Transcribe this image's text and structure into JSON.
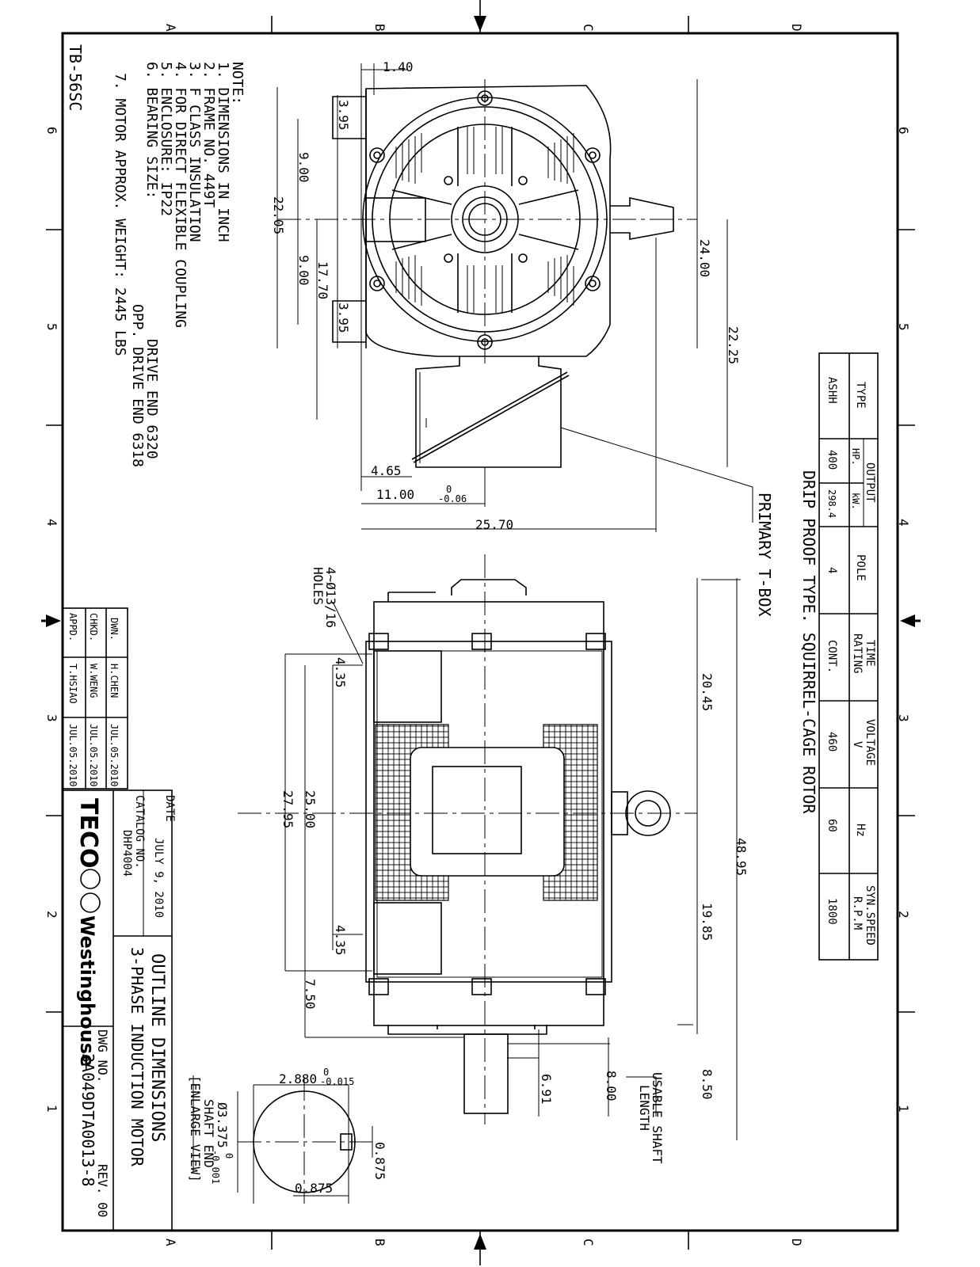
{
  "border": {
    "columns_top": [
      "A",
      "B",
      "C",
      "D"
    ],
    "columns_bottom": [
      "A",
      "B",
      "C",
      "D"
    ],
    "rows_left": [
      "6",
      "5",
      "4",
      "3",
      "2",
      "1"
    ],
    "rows_right": [
      "6",
      "5",
      "4",
      "3",
      "2",
      "1"
    ]
  },
  "doc_id": "TB-56SC",
  "notes": {
    "heading": "NOTE:",
    "items": [
      "1.  DIMENSIONS IN INCH",
      "2.  FRAME NO. 449T",
      "3.  F CLASS INSULATION",
      "4.  FOR DIRECT FLEXIBLE COUPLING",
      "5.  ENCLOSURE: IP22",
      "6.  BEARING SIZE:",
      "DRIVE END  6320",
      "OPP. DRIVE END  6318",
      "7.  MOTOR APPROX. WEIGHT: 2445 LBS"
    ]
  },
  "front_view_dims": {
    "d1": "1.40",
    "d2": "3.95",
    "d3": "9.00",
    "d4": "22.05",
    "d5": "9.00",
    "d6": "17.70",
    "d7": "3.95",
    "d8": "24.00",
    "d9": "22.25",
    "d10": "4.65",
    "d11": "11.00",
    "d12": "0",
    "d13": "-0.06",
    "d14": "25.70"
  },
  "primary_tbox": "PRIMARY T-BOX",
  "side_view_dims": {
    "holes_a": "4~Ø13/16",
    "holes_b": "HOLES",
    "d1": "4.35",
    "d2": "20.45",
    "d3": "27.95",
    "d4": "25.00",
    "d5": "48.95",
    "d6": "19.85",
    "d7": "4.35",
    "d8": "7.50",
    "d9": "8.50",
    "d10": "6.91",
    "d11": "8.00",
    "usable_a": "USABLE SHAFT",
    "usable_b": "LENGTH"
  },
  "shaft_end": {
    "title_a": "SHAFT END",
    "title_b": "[ENLARGE VIEW]",
    "d1": "2.880",
    "d1_tol_up": "0",
    "d1_tol_dn": "-0.015",
    "d2": "Ø3.375",
    "d2_tol_up": "0",
    "d2_tol_dn": "-0.001",
    "d3": "0.875",
    "d4": "0.875"
  },
  "rating_table": {
    "caption": "DRIP PROOF TYPE. SQUIRREL-CAGE ROTOR",
    "headers": {
      "type": "TYPE",
      "output": "OUTPUT",
      "hp": "HP.",
      "kw": "kW.",
      "pole": "POLE",
      "time_a": "TIME",
      "time_b": "RATING",
      "voltage_a": "VOLTAGE",
      "voltage_b": "V",
      "hz": "Hz",
      "speed_a": "SYN.SPEED",
      "speed_b": "R.P.M"
    },
    "row": {
      "type": "ASHH",
      "hp": "400",
      "kw": "298.4",
      "pole": "4",
      "time": "CONT.",
      "voltage": "460",
      "hz": "60",
      "speed": "1800"
    }
  },
  "signoff": {
    "rows": [
      {
        "role": "DWN.",
        "name": "H.CHEN",
        "date": "JUL.05.2010"
      },
      {
        "role": "CHKD.",
        "name": "W.WENG",
        "date": "JUL.05.2010"
      },
      {
        "role": "APPD.",
        "name": "T.HSIAO",
        "date": "JUL.05.2010"
      }
    ]
  },
  "title_block": {
    "date_label": "DATE",
    "date_value": "JULY 9, 2010",
    "catalog_label": "CATALOG NO.",
    "catalog_value": "DHP4004",
    "title1": "OUTLINE  DIMENSIONS",
    "title2": "3-PHASE INDUCTION MOTOR",
    "dwg_label": "DWG NO.",
    "rev": "REV. 00",
    "dwg_no": "3A049DTA0013-8",
    "logo_teco": "TECO",
    "logo_wh": "Westinghouse"
  }
}
